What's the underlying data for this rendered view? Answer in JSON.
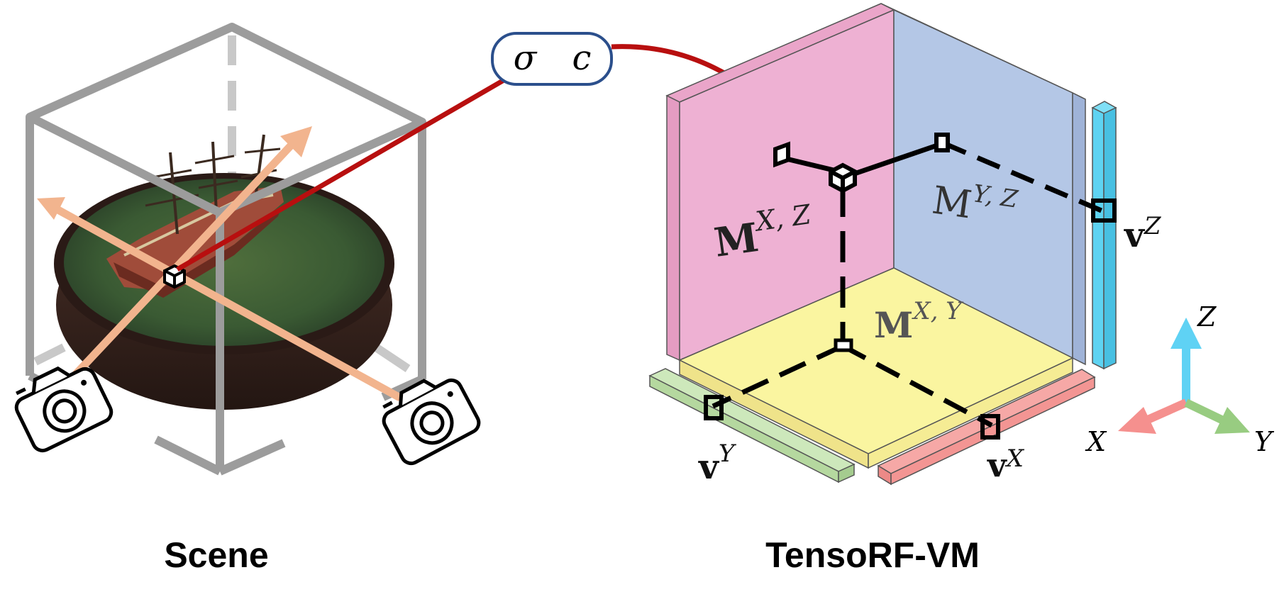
{
  "colors": {
    "cube_frame": "#9c9c9c",
    "cube_dashed": "#c8c8c8",
    "ray": "#f2b48e",
    "red_arrow": "#b80f0f",
    "plane_xz": "#eeb1d3",
    "plane_yz": "#b4c7e6",
    "plane_xy": "#faf5a0",
    "vec_z": "#5ed3f2",
    "vec_y": "#bfe0ab",
    "vec_x": "#f39593",
    "axis_z": "#5fd2f4",
    "axis_x": "#f5908e",
    "axis_y": "#98cc81",
    "output_box_border": "#2b4f8c",
    "water": "#3e5a36",
    "tray": "#3b2823",
    "hull": "#a04c3a"
  },
  "icons": {
    "camera_left": "camera-icon",
    "camera_right": "camera-icon",
    "sample_point": "sample-point-icon"
  },
  "output": {
    "sigma": "σ",
    "c": "c"
  },
  "matrices": {
    "xz": {
      "base": "M",
      "sup": "X, Z"
    },
    "yz": {
      "base": "M",
      "sup": "Y, Z"
    },
    "xy": {
      "base": "M",
      "sup": "X, Y"
    }
  },
  "vectors": {
    "z": {
      "base": "v",
      "sup": "Z"
    },
    "y": {
      "base": "v",
      "sup": "Y"
    },
    "x": {
      "base": "v",
      "sup": "X"
    }
  },
  "axes": {
    "z": "Z",
    "x": "X",
    "y": "Y"
  },
  "captions": {
    "scene": "Scene",
    "tensorf": "TensoRF-VM"
  }
}
